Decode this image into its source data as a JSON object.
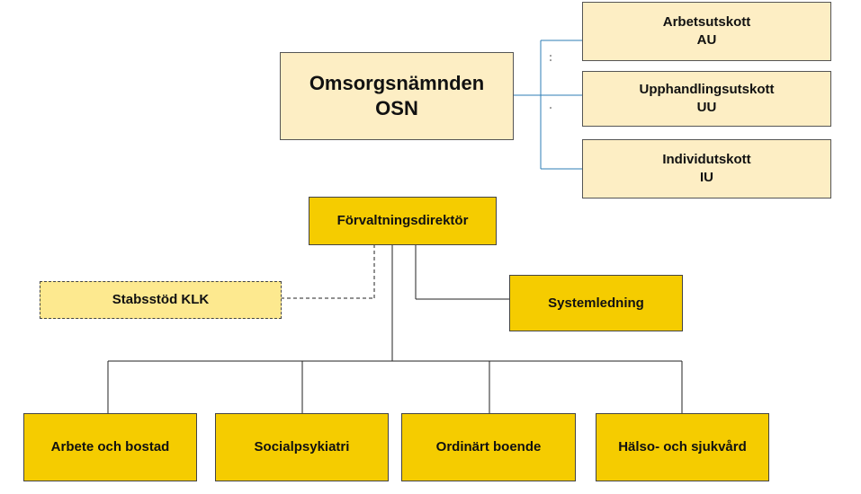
{
  "board": {
    "line1": "Omsorgsnämnden",
    "line2": "OSN"
  },
  "committees": [
    {
      "line1": "Arbetsutskott",
      "line2": "AU"
    },
    {
      "line1": "Upphandlingsutskott",
      "line2": "UU"
    },
    {
      "line1": "Individutskott",
      "line2": "IU"
    }
  ],
  "director": {
    "label": "Förvaltningsdirektör"
  },
  "staff_support": {
    "label": "Stabsstöd KLK"
  },
  "system_management": {
    "label": "Systemledning"
  },
  "departments": [
    {
      "label": "Arbete och bostad"
    },
    {
      "label": "Socialpsykiatri"
    },
    {
      "label": "Ordinärt boende"
    },
    {
      "label": "Hälso- och sjukvård"
    }
  ],
  "colors": {
    "cream": "#fdeec4",
    "yellow": "#f5cc00",
    "light_yellow": "#fde98f",
    "blue_line": "#2e7db5",
    "dark_line": "#222222"
  }
}
